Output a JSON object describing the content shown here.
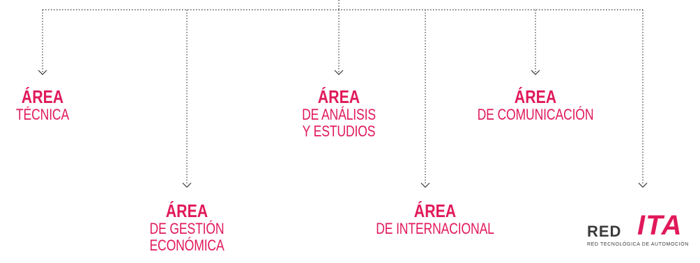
{
  "colors": {
    "accent": "#e0195a",
    "connector": "#333333",
    "logo_text": "#3a3a3a"
  },
  "areas": [
    {
      "title": "ÁREA",
      "lines": [
        "TÉCNICA"
      ]
    },
    {
      "title": "ÁREA",
      "lines": [
        "DE GESTIÓN",
        "ECONÓMICA"
      ]
    },
    {
      "title": "ÁREA",
      "lines": [
        "DE ANÁLISIS",
        "Y ESTUDIOS"
      ]
    },
    {
      "title": "ÁREA",
      "lines": [
        "DE INTERNACIONAL"
      ]
    },
    {
      "title": "ÁREA",
      "lines": [
        "DE COMUNICACIÓN"
      ]
    }
  ],
  "logo": {
    "word1": "RED",
    "word2": "ITA",
    "tagline": "RED TECNOLÓGICA DE AUTOMOCIÓN"
  }
}
